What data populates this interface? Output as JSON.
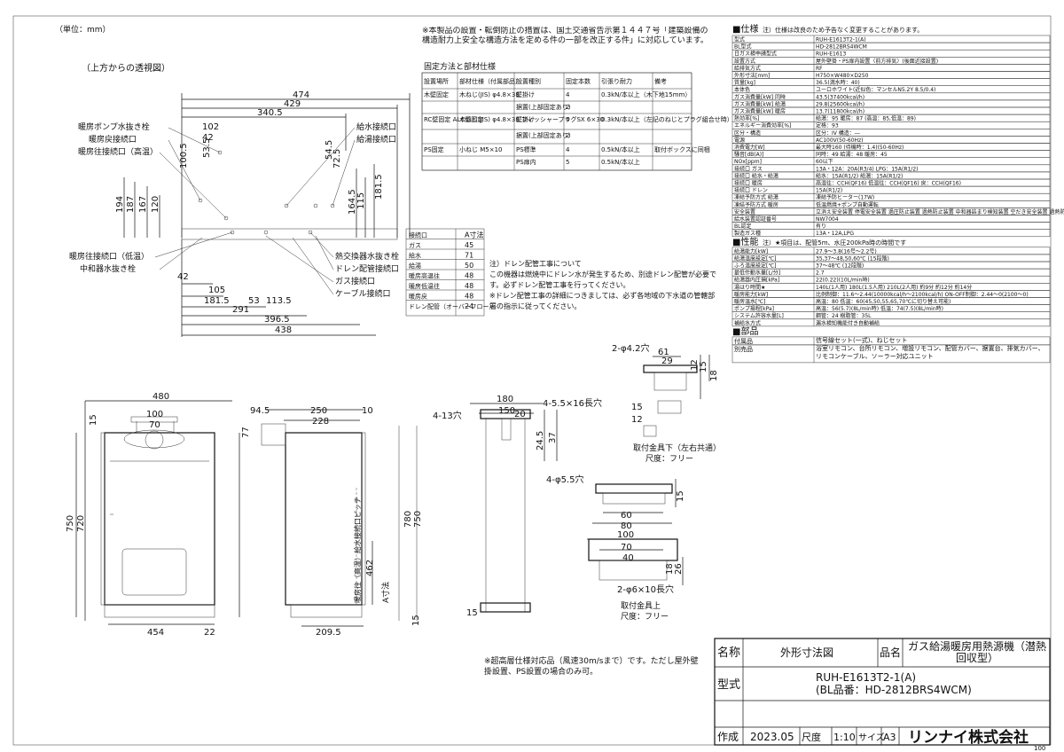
{
  "unit_label": "（単位：mm）",
  "top_view": {
    "title": "（上方からの透視図）",
    "dims_top": [
      "474",
      "429",
      "340.5",
      "102",
      "42",
      "53.5",
      "100.5",
      "72.5",
      "54.5"
    ],
    "dims_left": [
      "194",
      "187",
      "167",
      "120"
    ],
    "dims_right": [
      "164.5",
      "115",
      "181.5"
    ],
    "dims_bottom": [
      "42",
      "105",
      "181.5",
      "53",
      "113.5",
      "291",
      "396.5",
      "438"
    ],
    "callouts_left": [
      "暖房ポンプ水抜き栓",
      "暖房戻接続口",
      "暖房往接続口（高温）",
      "暖房往接続口（低温）",
      "中和器水抜き栓"
    ],
    "callouts_right": [
      "給水接続口",
      "給湯接続口",
      "熱交換器水抜き栓",
      "ドレン配管接続口",
      "ガス接続口",
      "ケーブル接続口"
    ]
  },
  "notice_install": {
    "text": "※本製品の設置・転倒防止の措置は、国土交通省告示第１４４７号「建築設備の構造耐力上安全な構造方法を定める件の一部を改正する件」に対応しています。",
    "subtitle": "固定方法と部材仕様",
    "headers": [
      "設置場所",
      "部材仕様（付属部品）",
      "設置種別",
      "固定本数",
      "引張り耐力",
      "備考"
    ],
    "rows": [
      [
        "木壁固定",
        "木ねじ(JIS) φ4.8×38",
        "壁掛け",
        "4",
        "0.3kN/本以上（木下地15mm）",
        ""
      ],
      [
        "",
        "",
        "据置(上部固定あり)",
        "2",
        "",
        ""
      ],
      [
        "RC壁固定 ALC壁固定",
        "木ねじ(JIS) φ4.8×38 フィッシャープラグSX 6×30",
        "壁掛け",
        "4",
        "0.3kN/本以上（左記のねじとプラグ組合せ時）",
        ""
      ],
      [
        "",
        "",
        "据置(上部固定あり)",
        "2",
        "",
        ""
      ],
      [
        "PS固定",
        "小ねじ M5×10",
        "PS標準",
        "4",
        "0.5kN/本以上",
        "取付ボックスに同梱"
      ],
      [
        "",
        "",
        "PS扉内",
        "5",
        "0.5kN/本以上",
        ""
      ]
    ]
  },
  "a_table": {
    "headers": [
      "接続口",
      "A寸法"
    ],
    "rows": [
      [
        "ガス",
        "45"
      ],
      [
        "給水",
        "71"
      ],
      [
        "給湯",
        "50"
      ],
      [
        "暖房高温往",
        "48"
      ],
      [
        "暖房低温往",
        "48"
      ],
      [
        "暖房戻",
        "48"
      ],
      [
        "ドレン配管（オーバーフロー）",
        "24"
      ]
    ]
  },
  "drain_note": "注）ドレン配管工事について\nこの機器は燃焼中にドレン水が発生するため、別途ドレン配管が必要です。必ずドレン配管工事を行ってください。\n※ドレン配管工事の詳細につきましては、必ず各地域の下水道の管轄部署の指示に従ってください。",
  "front_view": {
    "dims": [
      "480",
      "100",
      "70",
      "15",
      "750",
      "720",
      "454",
      "22"
    ]
  },
  "side_view": {
    "dims": [
      "94.5",
      "250",
      "10",
      "228",
      "77",
      "780",
      "750",
      "462",
      "209.5",
      "15"
    ],
    "vtext": "暖房往（高温）給水接続口ピッチ",
    "a_label": "A寸法"
  },
  "bracket_view": {
    "dims": [
      "4-13穴",
      "180",
      "150",
      "4-5.5×16長穴",
      "20",
      "24.5",
      "37",
      "15"
    ]
  },
  "fitting_upper": {
    "dims": [
      "2-φ4.2穴",
      "61",
      "29",
      "12",
      "15",
      "18",
      "12",
      "15"
    ],
    "caption": "取付金具下（左右共通）",
    "scale": "尺度：フリー"
  },
  "fitting_lower": {
    "dims": [
      "4-φ5.5穴",
      "60",
      "80",
      "100",
      "70",
      "40",
      "2-φ6×10長穴",
      "15",
      "26",
      "18"
    ],
    "caption": "取付金具上",
    "scale": "尺度：フリー"
  },
  "high_rise_note": "※超高層仕様対応品（風速30m/sまで）です。ただし屋外壁掛設置、PS設置の場合のみ可。",
  "spec": {
    "header": "■仕様",
    "header_note": "注）仕様は改良のため予告なく変更することがあります。",
    "rows": [
      [
        "型式",
        "RUH-E1613T2-1(A)"
      ],
      [
        "BL型式",
        "HD-2812BRS4WCM"
      ],
      [
        "日ガス検申請型式",
        "RUH-E1613"
      ],
      [
        "設置方式",
        "屋外壁掛・PS扉内設置〈前方排気〉(後面近接設置)"
      ],
      [
        "給排気方式",
        "RF"
      ],
      [
        "外形寸法[mm]",
        "H750×W480×D250"
      ],
      [
        "質量[kg]",
        "36.5(満水時：40)"
      ],
      [
        "本体色",
        "ユーロホワイト(近似色：マンセルN5.2Y 8.5/0.4)"
      ],
      [
        "ガス消費量[kW] 同時",
        "43.5(37400kcal/h)"
      ],
      [
        "ガス消費量[kW] 給湯",
        "29.8(25600kcal/h)"
      ],
      [
        "ガス消費量[kW] 暖房",
        "13.7(11800kcal/h)"
      ],
      [
        "熱効率[%]",
        "給湯：95 暖房：87 (高温：85,低温：89)"
      ],
      [
        "エネルギー消費効率[%]",
        "定格：93"
      ],
      [
        "区分・構造",
        "区分：IV 構造：―"
      ],
      [
        "電源",
        "AC100V(50-60Hz)"
      ],
      [
        "消費電力[W]",
        "最大時160 (待機時：1.4)(50-60Hz)"
      ],
      [
        "騒音[dB(A)]",
        "同時：49 給湯：48 暖房：45"
      ],
      [
        "NOx[ppm]",
        "60以下"
      ],
      [
        "接続口 ガス",
        "13A・12A：20A(R3/4) LPG：15A(R1/2)"
      ],
      [
        "接続口 給水・給湯",
        "給水：15A(R1/2) 給湯：15A(R1/2)"
      ],
      [
        "接続口 暖房",
        "高温往：CCH(QF16) 低温往：CCH(QF16) 戻：CCH(QF16)"
      ],
      [
        "接続口 ドレン",
        "15A(R1/2)"
      ],
      [
        "凍結予防方式 給湯",
        "凍結予防ヒーター(17W)"
      ],
      [
        "凍結予防方式 暖房",
        "低温燃焼+ポンプ自動運転"
      ],
      [
        "安全装置",
        "立消え安全装置 停電安全装置 過圧防止装置 過熱防止装置 中和器詰まり検知装置 空だき安全装置 過熱防止装置 漏電安全装置 過電流安全装置 空だき安全装置 凍結防止装置 ファン回転検出装置 暖房ポンプ回転検出装置"
      ],
      [
        "給水装置認証番号",
        "NW7004"
      ],
      [
        "BL認定",
        "有り"
      ],
      [
        "製造ガス種",
        "13A・12A,LPG"
      ]
    ],
    "perf_header": "■性能",
    "perf_note": "注）★項目は、配管5m、水圧200kPa時の時間です",
    "perf_rows": [
      [
        "給湯能力[kW]",
        "27.9〜3.8(16号〜2.2号)"
      ],
      [
        "給湯温度設定[℃]",
        "35,37〜48,50,60℃ (15段階)"
      ],
      [
        "ふろ温度設定[℃]",
        "37〜48℃ (12段階)"
      ],
      [
        "最低作動水量[L/分]",
        "2.7"
      ],
      [
        "給湯器内圧損[kPa]",
        "22(0.22)(10L/min時)"
      ],
      [
        "湯はり時間★",
        "140L(1人用) 180L(1.5人用) 210L(2人用) 約9分 約12分 約14分"
      ],
      [
        "暖房能力[kW]",
        "比例制御：11.6〜2.44(10000kcal/h〜2100kcal/h) ON-OFF制御：2.44〜0(2100〜0)"
      ],
      [
        "暖房温水[℃]",
        "高温：80 低温：60(45,50,55,65,70℃に切り替え可能)"
      ],
      [
        "ポンプ揚程[kPa]",
        "高温：56(5.7)(8L/min時) 低温：74(7.5)(8L/min時)"
      ],
      [
        "システム許容水量[L]",
        "鋼管：24 樹脂管：35L"
      ],
      [
        "補給水方式",
        "漏水検知機能付き自動補給"
      ]
    ],
    "parts_header": "■部品",
    "parts_rows": [
      [
        "付属品",
        "信号線セット(一式)、ねじセット"
      ],
      [
        "別売品",
        "浴室リモコン、台所リモコン、増設リモコン、配管カバー、据置台、排気カバー、リモコンケーブル、ソーラー対応ユニット"
      ]
    ]
  },
  "title_block": {
    "name_label": "名称",
    "name_value": "外形寸法図",
    "product_label": "品名",
    "product_value": "ガス給湯暖房用熱源機（潜熱回収型）",
    "model_label": "型式",
    "model_value1": "RUH-E1613T2-1(A)",
    "model_value2": "(BL品番：HD-2812BRS4WCM)",
    "made_label": "作成",
    "made_value": "2023.05",
    "scale_label": "尺度",
    "scale_value": "1:10",
    "size_label": "サイズ",
    "size_value": "A3",
    "company": "リンナイ株式会社",
    "page_no": "100"
  }
}
